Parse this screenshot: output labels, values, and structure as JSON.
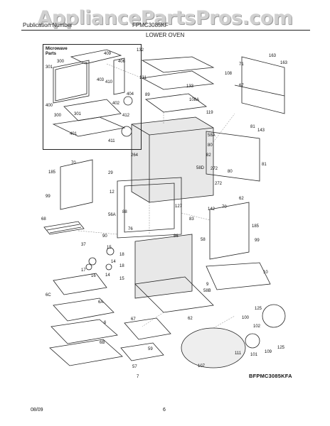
{
  "watermark": "AppliancePartsPros.com",
  "header": {
    "left": "Publication Number",
    "model": "FPMC3085KF",
    "section": "LOWER OVEN"
  },
  "inset": {
    "title_line1": "Microwave",
    "title_line2": "Parts"
  },
  "part_labels": [
    {
      "id": "409",
      "t": "409"
    },
    {
      "id": "300",
      "t": "300"
    },
    {
      "id": "301a",
      "t": "301"
    },
    {
      "id": "406",
      "t": "406"
    },
    {
      "id": "403",
      "t": "403"
    },
    {
      "id": "410",
      "t": "410"
    },
    {
      "id": "402",
      "t": "402"
    },
    {
      "id": "400",
      "t": "400"
    },
    {
      "id": "301b",
      "t": "301"
    },
    {
      "id": "300b",
      "t": "300"
    },
    {
      "id": "404",
      "t": "404"
    },
    {
      "id": "412",
      "t": "412"
    },
    {
      "id": "401",
      "t": "401"
    },
    {
      "id": "411",
      "t": "411"
    },
    {
      "id": "132",
      "t": "132"
    },
    {
      "id": "131",
      "t": "131"
    },
    {
      "id": "133",
      "t": "133"
    },
    {
      "id": "89",
      "t": "89"
    },
    {
      "id": "108",
      "t": "108"
    },
    {
      "id": "108A",
      "t": "108A"
    },
    {
      "id": "163a",
      "t": "163"
    },
    {
      "id": "163b",
      "t": "163"
    },
    {
      "id": "71",
      "t": "71"
    },
    {
      "id": "67",
      "t": "67"
    },
    {
      "id": "119",
      "t": "119"
    },
    {
      "id": "81a",
      "t": "81"
    },
    {
      "id": "143",
      "t": "143"
    },
    {
      "id": "58A",
      "t": "58A"
    },
    {
      "id": "80a",
      "t": "80"
    },
    {
      "id": "82",
      "t": "82"
    },
    {
      "id": "272a",
      "t": "272"
    },
    {
      "id": "80b",
      "t": "80"
    },
    {
      "id": "272b",
      "t": "272"
    },
    {
      "id": "81b",
      "t": "81"
    },
    {
      "id": "58D",
      "t": "58D"
    },
    {
      "id": "264",
      "t": "264"
    },
    {
      "id": "185a",
      "t": "185"
    },
    {
      "id": "70a",
      "t": "70"
    },
    {
      "id": "29",
      "t": "29"
    },
    {
      "id": "12",
      "t": "12"
    },
    {
      "id": "99a",
      "t": "99"
    },
    {
      "id": "88",
      "t": "88"
    },
    {
      "id": "56A",
      "t": "56A"
    },
    {
      "id": "127",
      "t": "127"
    },
    {
      "id": "62",
      "t": "62"
    },
    {
      "id": "142",
      "t": "142"
    },
    {
      "id": "70b",
      "t": "70"
    },
    {
      "id": "83",
      "t": "83"
    },
    {
      "id": "185b",
      "t": "185"
    },
    {
      "id": "99b",
      "t": "99"
    },
    {
      "id": "68",
      "t": "68"
    },
    {
      "id": "76",
      "t": "76"
    },
    {
      "id": "86",
      "t": "86"
    },
    {
      "id": "58",
      "t": "58"
    },
    {
      "id": "90",
      "t": "90"
    },
    {
      "id": "37",
      "t": "37"
    },
    {
      "id": "15",
      "t": "15"
    },
    {
      "id": "18a",
      "t": "18"
    },
    {
      "id": "14a",
      "t": "14"
    },
    {
      "id": "17a",
      "t": "17"
    },
    {
      "id": "16",
      "t": "16"
    },
    {
      "id": "14b",
      "t": "14"
    },
    {
      "id": "18b",
      "t": "18"
    },
    {
      "id": "15b",
      "t": "15"
    },
    {
      "id": "6C",
      "t": "6C"
    },
    {
      "id": "6A",
      "t": "6A"
    },
    {
      "id": "6",
      "t": "6"
    },
    {
      "id": "6B",
      "t": "6B"
    },
    {
      "id": "10",
      "t": "10"
    },
    {
      "id": "9",
      "t": "9"
    },
    {
      "id": "58B",
      "t": "58B"
    },
    {
      "id": "67b",
      "t": "67"
    },
    {
      "id": "62b",
      "t": "62"
    },
    {
      "id": "59",
      "t": "59"
    },
    {
      "id": "57",
      "t": "57"
    },
    {
      "id": "7",
      "t": "7"
    },
    {
      "id": "125a",
      "t": "125"
    },
    {
      "id": "100",
      "t": "100"
    },
    {
      "id": "102",
      "t": "102"
    },
    {
      "id": "101",
      "t": "101"
    },
    {
      "id": "111",
      "t": "111"
    },
    {
      "id": "109",
      "t": "109"
    },
    {
      "id": "125b",
      "t": "125"
    },
    {
      "id": "107",
      "t": "107"
    }
  ],
  "footer": {
    "code": "BFPMC3085KFA",
    "date": "08/09",
    "page": "6"
  }
}
